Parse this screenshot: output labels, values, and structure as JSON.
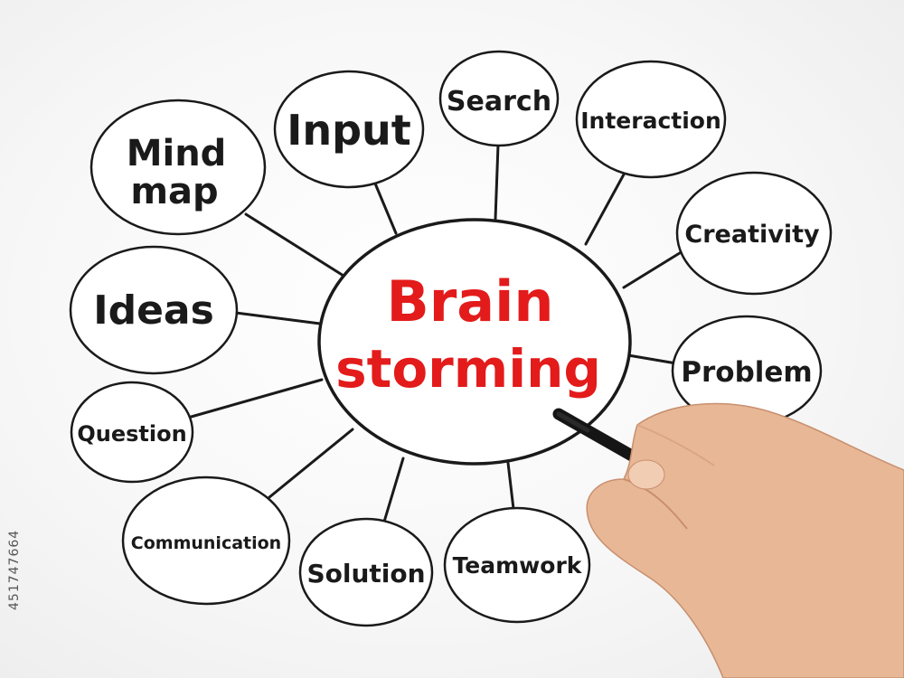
{
  "diagram": {
    "center": {
      "line1": "Brain",
      "line2": "storming",
      "color": "#e31b1b"
    },
    "nodes": {
      "mind_map": {
        "line1": "Mind",
        "line2": "map"
      },
      "input": "Input",
      "search": "Search",
      "interaction": "Interaction",
      "creativity": "Creativity",
      "problem": "Problem",
      "teamwork": "Teamwork",
      "solution": "Solution",
      "communication": "Communication",
      "question": "Question",
      "ideas": "Ideas"
    },
    "ink_color": "#1a1a1a"
  },
  "watermark": {
    "stock_id": "451747664"
  }
}
